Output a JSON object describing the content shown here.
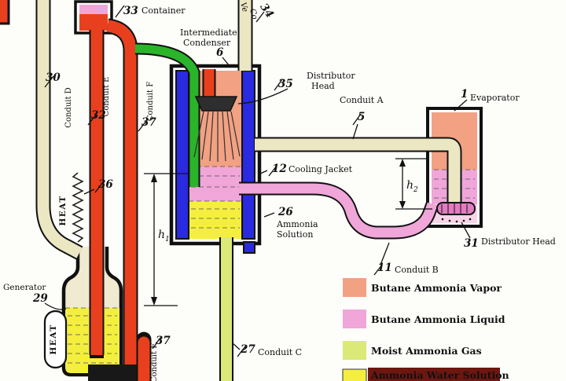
{
  "diagram": {
    "labels": {
      "container": {
        "num": "33",
        "text": "Container"
      },
      "conduit_d": {
        "num": "30",
        "text": "Conduit D"
      },
      "conduit_e": {
        "num": "32",
        "text": "Conduit E"
      },
      "conduit_f_upper": {
        "num": "37",
        "text": "Conduit F"
      },
      "conduit_f_lower": {
        "num": "37",
        "text": "Conduit F"
      },
      "top_cutoff": {
        "line1": "Ve",
        "line2": "Co",
        "num": "34"
      },
      "intermediate_condenser": {
        "line1": "Intermediate",
        "line2": "Condenser",
        "num": "6"
      },
      "distributor_head_upper": {
        "num": "35",
        "line1": "Distributor",
        "line2": "Head"
      },
      "conduit_a": {
        "num": "5",
        "text": "Conduit A"
      },
      "evaporator": {
        "num": "1",
        "text": "Evaporator"
      },
      "cooling_jacket": {
        "num": "12",
        "text": "Cooling Jacket"
      },
      "ammonia_solution": {
        "num": "26",
        "line1": "Ammonia",
        "line2": "Solution"
      },
      "heat_upper": {
        "text": "HEAT",
        "num": "36"
      },
      "heat_lower": {
        "text": "HEAT"
      },
      "generator": {
        "num": "29",
        "text": "Generator"
      },
      "h1": {
        "base": "h",
        "sub": "1"
      },
      "h2": {
        "base": "h",
        "sub": "2"
      },
      "distributor_head_lower": {
        "num": "31",
        "text": "Distributor Head"
      },
      "conduit_b": {
        "num": "11",
        "text": "Conduit B"
      },
      "conduit_c": {
        "num": "27",
        "text": "Conduit C"
      }
    },
    "legend": {
      "items": [
        {
          "label": "Butane Ammonia Vapor",
          "color": "#f2a183"
        },
        {
          "label": "Butane Ammonia Liquid",
          "color": "#f0a6d9"
        },
        {
          "label": "Moist Ammonia Gas",
          "color": "#dbe978"
        },
        {
          "label": "Ammonia Water Solution",
          "color": "#f4ef3e",
          "highlighted": true
        }
      ]
    },
    "colors": {
      "vapor_salmon": "#f2a183",
      "liquid_pink": "#f0a6d9",
      "moist_gas_green": "#dbe978",
      "solution_yellow": "#f4ef3e",
      "pipe_red": "#e8401e",
      "pipe_green": "#2ab42a",
      "jacket_blue": "#2a2ae0",
      "pipe_cream": "#ebe7c3",
      "highlight_bg": "#6d1710",
      "highlight_text": "#ffef6a"
    }
  }
}
